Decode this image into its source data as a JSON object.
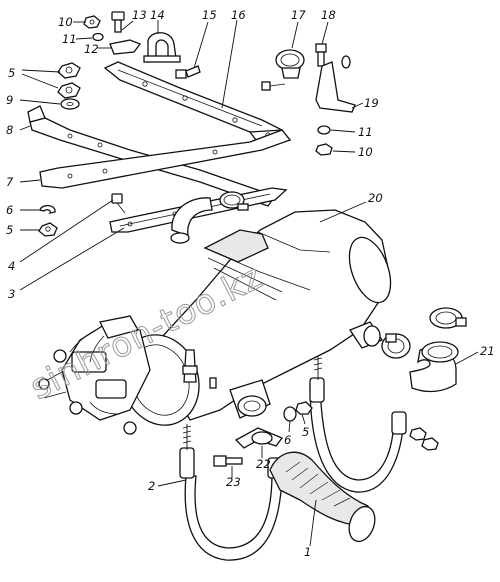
{
  "figure": {
    "watermark": "sinhron-too.kz",
    "callouts": [
      {
        "id": "c10a",
        "text": "10"
      },
      {
        "id": "c11a",
        "text": "11"
      },
      {
        "id": "c13",
        "text": "13"
      },
      {
        "id": "c14",
        "text": "14"
      },
      {
        "id": "c15",
        "text": "15"
      },
      {
        "id": "c16",
        "text": "16"
      },
      {
        "id": "c17",
        "text": "17"
      },
      {
        "id": "c18",
        "text": "18"
      },
      {
        "id": "c12",
        "text": "12"
      },
      {
        "id": "c5a",
        "text": "5"
      },
      {
        "id": "c9",
        "text": "9"
      },
      {
        "id": "c8",
        "text": "8"
      },
      {
        "id": "c19",
        "text": "19"
      },
      {
        "id": "c11b",
        "text": "11"
      },
      {
        "id": "c10b",
        "text": "10"
      },
      {
        "id": "c7",
        "text": "7"
      },
      {
        "id": "c6a",
        "text": "6"
      },
      {
        "id": "c5b",
        "text": "5"
      },
      {
        "id": "c20",
        "text": "20"
      },
      {
        "id": "c4",
        "text": "4"
      },
      {
        "id": "c3",
        "text": "3"
      },
      {
        "id": "c21",
        "text": "21"
      },
      {
        "id": "c6b",
        "text": "6"
      },
      {
        "id": "c5c",
        "text": "5"
      },
      {
        "id": "c22",
        "text": "22"
      },
      {
        "id": "c23",
        "text": "23"
      },
      {
        "id": "c2",
        "text": "2"
      },
      {
        "id": "c1",
        "text": "1"
      }
    ]
  }
}
